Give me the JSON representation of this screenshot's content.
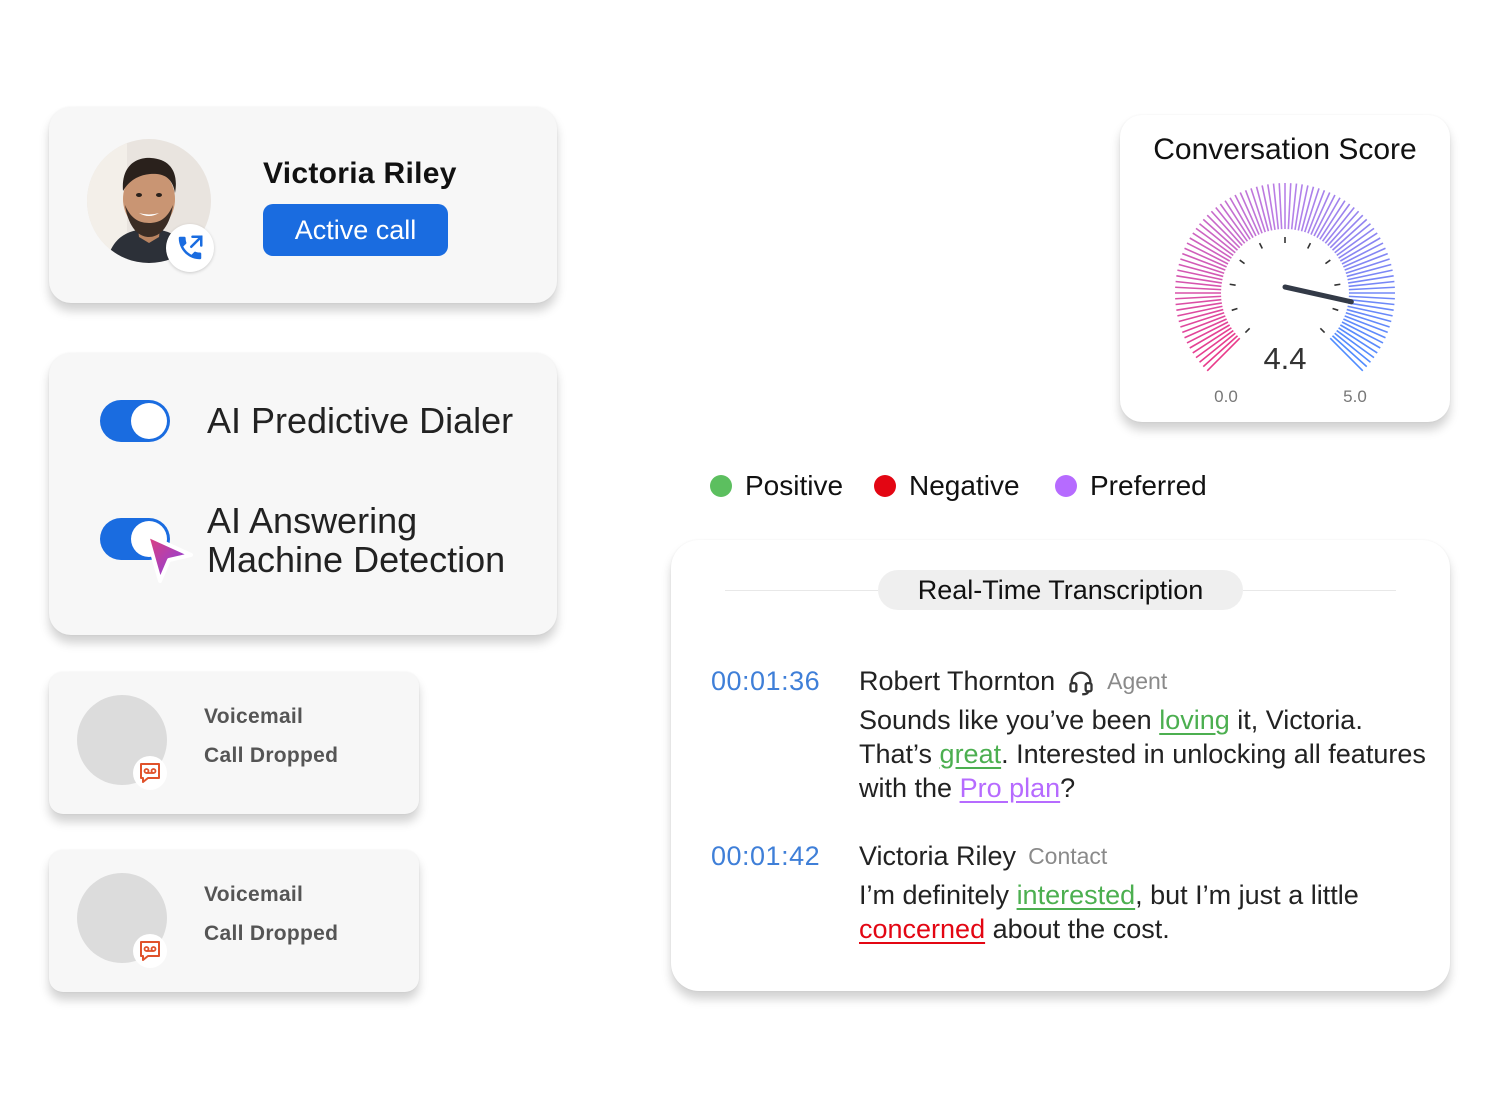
{
  "contact": {
    "name": "Victoria Riley",
    "status_button": "Active call"
  },
  "toggles": [
    {
      "label": "AI Predictive Dialer",
      "on": true
    },
    {
      "label_line1": "AI Answering",
      "label_line2": "Machine Detection",
      "on": true
    }
  ],
  "voicemails": [
    {
      "title": "Voicemail",
      "status": "Call Dropped"
    },
    {
      "title": "Voicemail",
      "status": "Call Dropped"
    }
  ],
  "score": {
    "title": "Conversation Score",
    "value": "4.4",
    "min_label": "0.0",
    "max_label": "5.0"
  },
  "legend": [
    {
      "label": "Positive",
      "color": "#5cbf5f"
    },
    {
      "label": "Negative",
      "color": "#e30613"
    },
    {
      "label": "Preferred",
      "color": "#b66bff"
    }
  ],
  "transcript": {
    "title": "Real-Time Transcription",
    "entries": [
      {
        "time": "00:01:36",
        "speaker": "Robert Thornton",
        "role": "Agent",
        "text": {
          "p1": "Sounds like you’ve been ",
          "w1": "loving",
          "p2": " it, Victoria. That’s ",
          "w2": "great",
          "p3": ". Interested in unlocking all features with the ",
          "w3": "Pro plan",
          "p4": "?"
        }
      },
      {
        "time": "00:01:42",
        "speaker": "Victoria Riley",
        "role": "Contact",
        "text": {
          "p1": "I’m definitely ",
          "w1": "interested",
          "p2": ", but I’m just a little ",
          "w2": "concerned",
          "p3": " about the cost."
        }
      }
    ]
  }
}
